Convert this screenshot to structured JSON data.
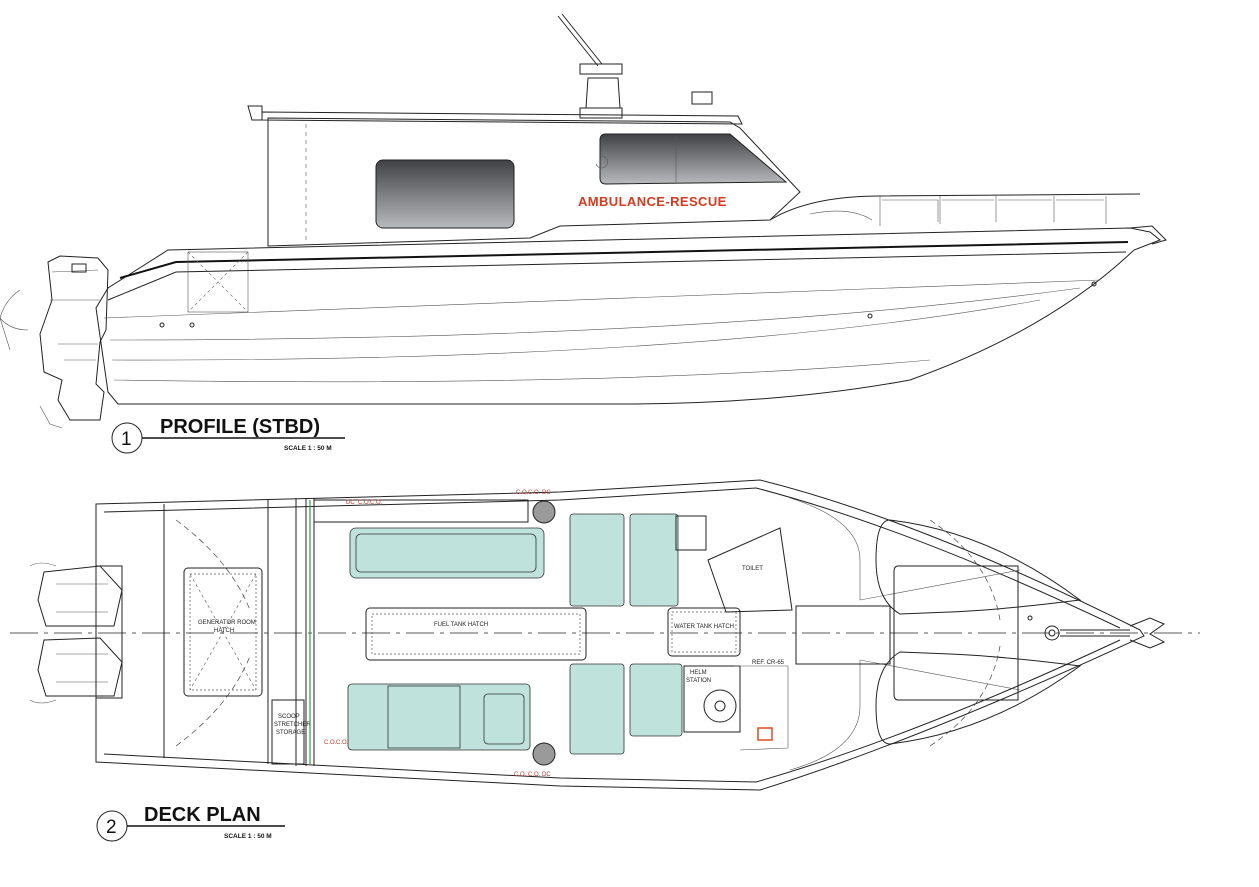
{
  "profile": {
    "number": "1",
    "title": "PROFILE (STBD)",
    "scale": "SCALE 1 : 50 M",
    "hull_marking": "AMBULANCE-RESCUE"
  },
  "deck_plan": {
    "number": "2",
    "title": "DECK PLAN",
    "scale": "SCALE 1 : 50 M",
    "labels": {
      "generator_hatch_line1": "GENERATOR ROOM",
      "generator_hatch_line2": "HATCH",
      "fuel_tank_hatch": "FUEL TANK HATCH",
      "water_tank_hatch": "WATER TANK HATCH",
      "toilet": "TOILET",
      "helm_line1": "HELM",
      "helm_line2": "STATION",
      "ref_fridge": "REF. CR-65",
      "scoop_line1": "SCOOP",
      "scoop_line2": "STRETCHER",
      "scoop_line3": "STORAGE"
    },
    "equipment_tags": [
      "DC",
      "C.O.",
      "C.O.",
      "C.O.",
      "C.O.",
      "DC",
      "C.O.",
      "C.O.",
      "C.O.",
      "C.O.",
      "DC"
    ]
  },
  "colors": {
    "linework": "#222222",
    "seat_fill": "#bfe3dc",
    "marking_red": "#d83a1e",
    "window_tint": "#6d6f72"
  }
}
